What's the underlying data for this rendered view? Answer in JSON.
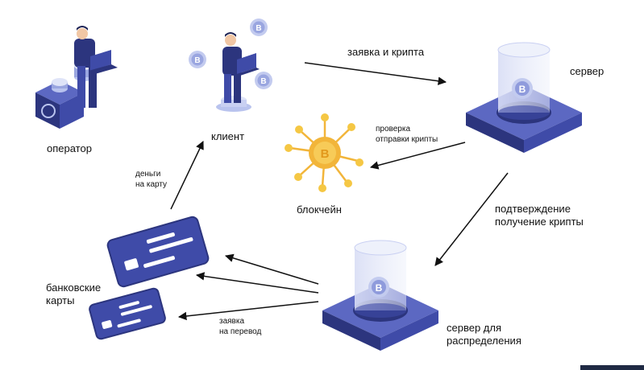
{
  "nodes": {
    "operator": "оператор",
    "client": "клиент",
    "server": "сервер",
    "blockchain": "блокчейн",
    "bank_cards_line1": "банковские",
    "bank_cards_line2": "карты",
    "dist_server_line1": "сервер для",
    "dist_server_line2": "распределения"
  },
  "edges": {
    "request_crypto": "заявка и крипта",
    "check_line1": "проверка",
    "check_line2": "отправки крипты",
    "confirm_line1": "подтверждение",
    "confirm_line2": "получение крипты",
    "money_line1": "деньги",
    "money_line2": "на карту",
    "transfer_line1": "заявка",
    "transfer_line2": "на перевод"
  },
  "icons": {
    "coin_symbol": "B"
  },
  "colors": {
    "primary": "#3f4ba8",
    "primary_dark": "#2c357e",
    "light_blue": "#b9c3ee",
    "gold": "#f2b53a",
    "ink": "#111111"
  }
}
